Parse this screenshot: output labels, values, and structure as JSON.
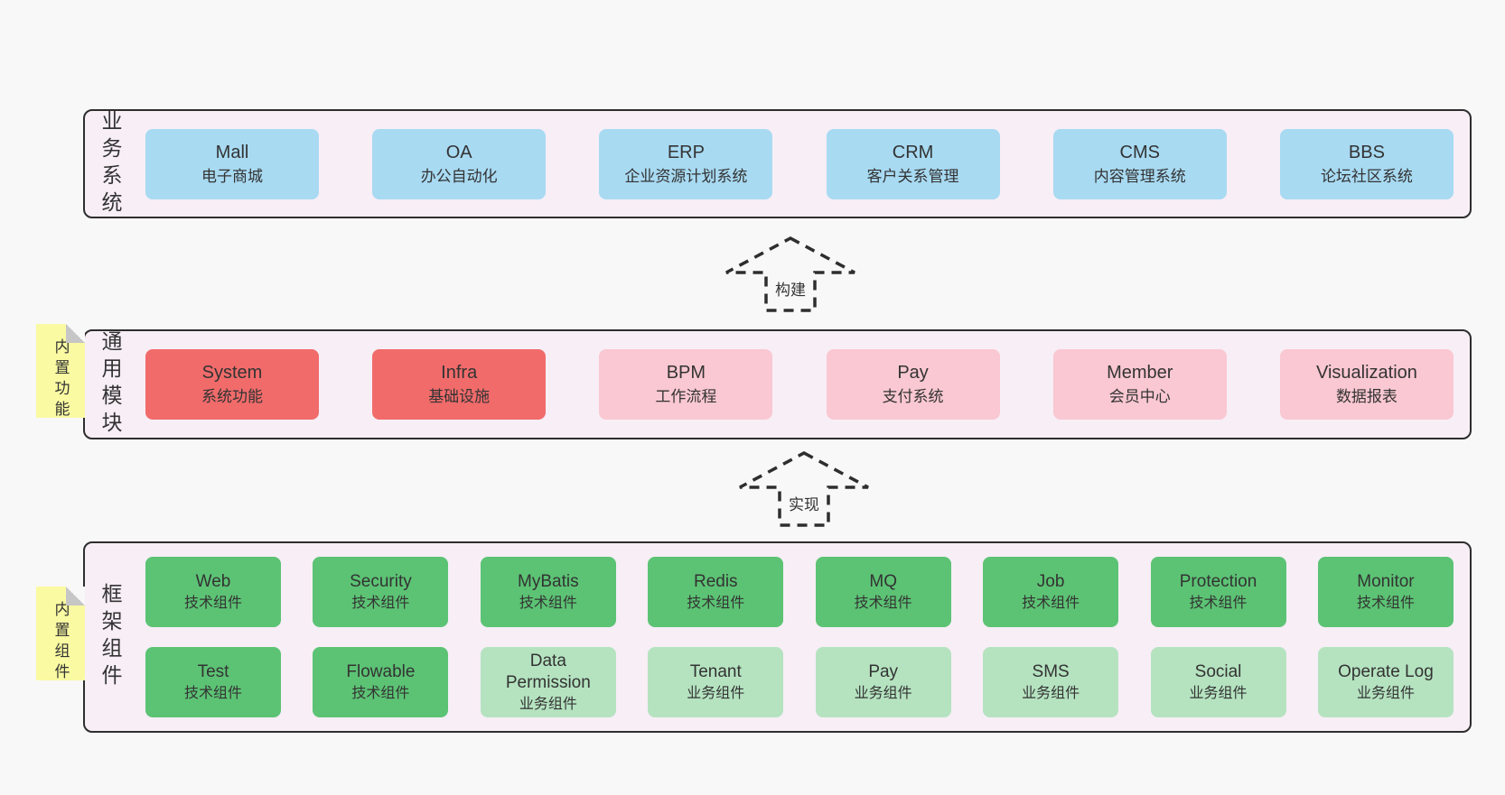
{
  "colors": {
    "page_bg": "#f8f8f8",
    "band_bg": "#f7eef6",
    "band_border": "#2e2e2e",
    "text": "#333333",
    "blue": "#a8daf2",
    "red": "#f16b6b",
    "pink": "#fac8d2",
    "green_dark": "#5cc374",
    "green_light": "#b5e3c0",
    "yellow_note": "#fafaa2",
    "note_fold": "#c6c6c6"
  },
  "bands": [
    {
      "label": "业务系统",
      "note": null,
      "rows": [
        [
          {
            "title": "Mall",
            "subtitle": "电子商城",
            "color": "blue"
          },
          {
            "title": "OA",
            "subtitle": "办公自动化",
            "color": "blue"
          },
          {
            "title": "ERP",
            "subtitle": "企业资源计划系统",
            "color": "blue"
          },
          {
            "title": "CRM",
            "subtitle": "客户关系管理",
            "color": "blue"
          },
          {
            "title": "CMS",
            "subtitle": "内容管理系统",
            "color": "blue"
          },
          {
            "title": "BBS",
            "subtitle": "论坛社区系统",
            "color": "blue"
          }
        ]
      ]
    },
    {
      "label": "通用模块",
      "note": "内置功能",
      "rows": [
        [
          {
            "title": "System",
            "subtitle": "系统功能",
            "color": "red"
          },
          {
            "title": "Infra",
            "subtitle": "基础设施",
            "color": "red"
          },
          {
            "title": "BPM",
            "subtitle": "工作流程",
            "color": "pink"
          },
          {
            "title": "Pay",
            "subtitle": "支付系统",
            "color": "pink"
          },
          {
            "title": "Member",
            "subtitle": "会员中心",
            "color": "pink"
          },
          {
            "title": "Visualization",
            "subtitle": "数据报表",
            "color": "pink"
          }
        ]
      ]
    },
    {
      "label": "框架组件",
      "note": "内置组件",
      "rows": [
        [
          {
            "title": "Web",
            "subtitle": "技术组件",
            "color": "green"
          },
          {
            "title": "Security",
            "subtitle": "技术组件",
            "color": "green"
          },
          {
            "title": "MyBatis",
            "subtitle": "技术组件",
            "color": "green"
          },
          {
            "title": "Redis",
            "subtitle": "技术组件",
            "color": "green"
          },
          {
            "title": "MQ",
            "subtitle": "技术组件",
            "color": "green"
          },
          {
            "title": "Job",
            "subtitle": "技术组件",
            "color": "green"
          },
          {
            "title": "Protection",
            "subtitle": "技术组件",
            "color": "green"
          },
          {
            "title": "Monitor",
            "subtitle": "技术组件",
            "color": "green"
          }
        ],
        [
          {
            "title": "Test",
            "subtitle": "技术组件",
            "color": "green"
          },
          {
            "title": "Flowable",
            "subtitle": "技术组件",
            "color": "green"
          },
          {
            "title": "Data Permission",
            "subtitle": "业务组件",
            "color": "greenlight"
          },
          {
            "title": "Tenant",
            "subtitle": "业务组件",
            "color": "greenlight"
          },
          {
            "title": "Pay",
            "subtitle": "业务组件",
            "color": "greenlight"
          },
          {
            "title": "SMS",
            "subtitle": "业务组件",
            "color": "greenlight"
          },
          {
            "title": "Social",
            "subtitle": "业务组件",
            "color": "greenlight"
          },
          {
            "title": "Operate Log",
            "subtitle": "业务组件",
            "color": "greenlight"
          }
        ]
      ]
    }
  ],
  "arrows": [
    {
      "label": "构建"
    },
    {
      "label": "实现"
    }
  ]
}
